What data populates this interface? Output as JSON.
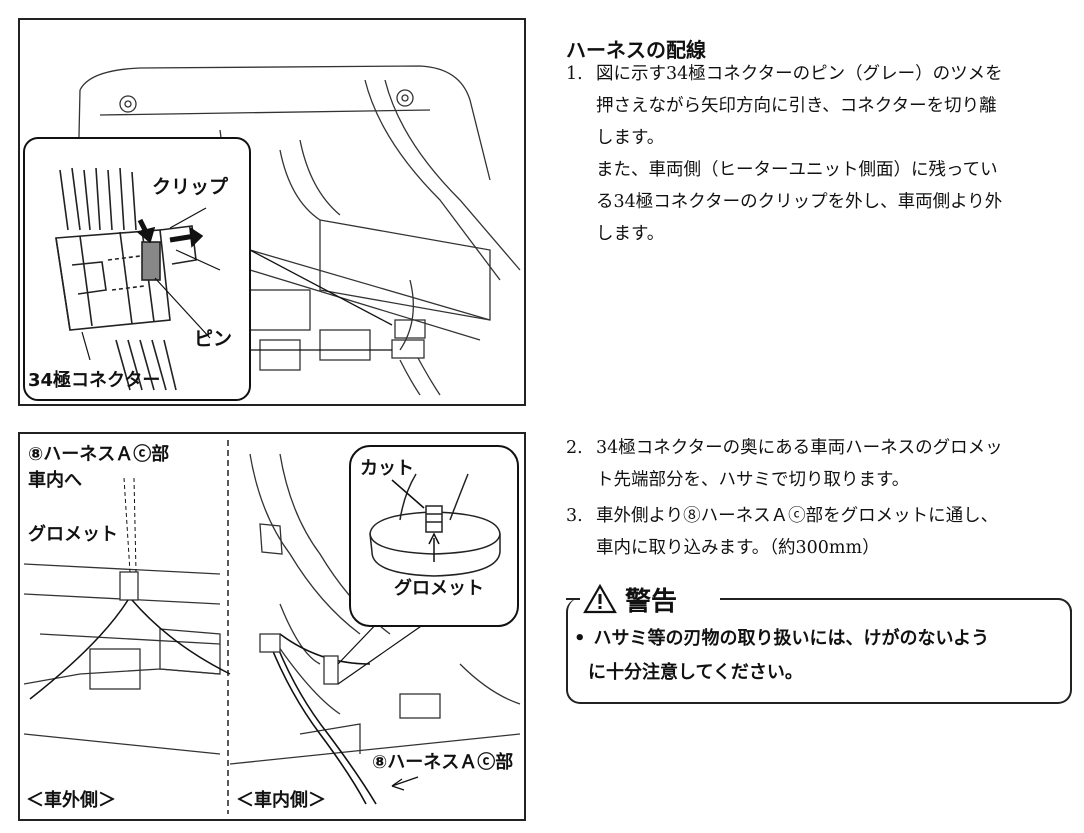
{
  "section_title": "ハーネスの配線",
  "steps": [
    {
      "num": "1.",
      "lines": [
        "図に示す34極コネクターのピン（グレー）のツメを",
        "押さえながら矢印方向に引き、コネクターを切り離",
        "します。",
        "また、車両側（ヒーターユニット側面）に残ってい",
        "る34極コネクターのクリップを外し、車両側より外",
        "します。"
      ]
    },
    {
      "num": "2.",
      "lines": [
        "34極コネクターの奥にある車両ハーネスのグロメッ",
        "ト先端部分を、ハサミで切り取ります。"
      ]
    },
    {
      "num": "3.",
      "lines": [
        "車外側より⑧ハーネスＡⓒ部をグロメットに通し、",
        "車内に取り込みます。（約300mm）"
      ]
    }
  ],
  "warning": {
    "title": "警告",
    "lines": [
      "ハサミ等の刃物の取り扱いには、けがのないよう",
      "に十分注意してください。"
    ]
  },
  "figure1": {
    "labels": {
      "clip": "クリップ",
      "pin": "ピン",
      "connector": "34極コネクター"
    }
  },
  "figure2": {
    "labels": {
      "harness_top": "⑧ハーネスＡⓒ部",
      "to_cabin": "車内へ",
      "grommet_left": "グロメット",
      "cut": "カット",
      "grommet_right": "グロメット",
      "harness_bottom": "⑧ハーネスＡⓒ部",
      "outside": "＜車外側＞",
      "inside": "＜車内側＞"
    }
  }
}
